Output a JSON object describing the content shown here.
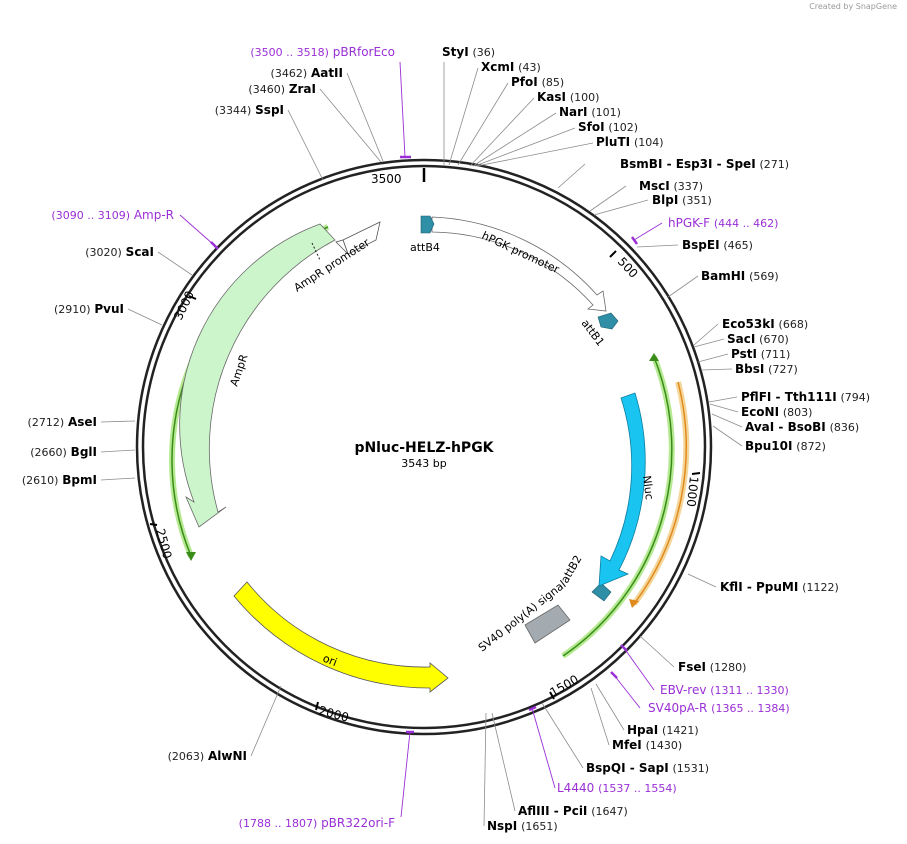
{
  "credit": "Created by SnapGene",
  "plasmid": {
    "name": "pNluc-HELZ-hPGK",
    "size_label": "3543 bp",
    "length": 3543
  },
  "ticks": [
    "500",
    "1000",
    "1500",
    "2000",
    "2500",
    "3000",
    "3500"
  ],
  "features": {
    "ampr": "AmpR",
    "ampr_promoter": "AmpR promoter",
    "ori": "ori",
    "hpgk_promoter": "hPGK promoter",
    "nluc": "Nluc",
    "sv40": "SV40 poly(A) signal",
    "attb4": "attB4",
    "attb1": "attB1",
    "attb2": "attB2"
  },
  "sites": [
    {
      "name": "StyI",
      "pos": "(36)"
    },
    {
      "name": "XcmI",
      "pos": "(43)"
    },
    {
      "name": "PfoI",
      "pos": "(85)"
    },
    {
      "name": "KasI",
      "pos": "(100)"
    },
    {
      "name": "NarI",
      "pos": "(101)"
    },
    {
      "name": "SfoI",
      "pos": "(102)"
    },
    {
      "name": "PluTI",
      "pos": "(104)"
    },
    {
      "name": "BsmBI  - Esp3I  - SpeI",
      "pos": "(271)"
    },
    {
      "name": "MscI",
      "pos": "(337)"
    },
    {
      "name": "BlpI",
      "pos": "(351)"
    },
    {
      "name": "BspEI",
      "pos": "(465)"
    },
    {
      "name": "BamHI",
      "pos": "(569)"
    },
    {
      "name": "Eco53kI",
      "pos": "(668)"
    },
    {
      "name": "SacI",
      "pos": "(670)"
    },
    {
      "name": "PstI",
      "pos": "(711)"
    },
    {
      "name": "BbsI",
      "pos": "(727)"
    },
    {
      "name": "PflFI  - Tth111I",
      "pos": "(794)"
    },
    {
      "name": "EcoNI",
      "pos": "(803)"
    },
    {
      "name": "AvaI  - BsoBI",
      "pos": "(836)"
    },
    {
      "name": "Bpu10I",
      "pos": "(872)"
    },
    {
      "name": "KflI  - PpuMI",
      "pos": "(1122)"
    },
    {
      "name": "FseI",
      "pos": "(1280)"
    },
    {
      "name": "HpaI",
      "pos": "(1421)"
    },
    {
      "name": "MfeI",
      "pos": "(1430)"
    },
    {
      "name": "BspQI  - SapI",
      "pos": "(1531)"
    },
    {
      "name": "AflIII  - PciI",
      "pos": "(1647)"
    },
    {
      "name": "NspI",
      "pos": "(1651)"
    },
    {
      "name": "AlwNI",
      "pos": "(2063)"
    },
    {
      "name": "BpmI",
      "pos": "(2610)"
    },
    {
      "name": "BglI",
      "pos": "(2660)"
    },
    {
      "name": "AseI",
      "pos": "(2712)"
    },
    {
      "name": "PvuI",
      "pos": "(2910)"
    },
    {
      "name": "ScaI",
      "pos": "(3020)"
    },
    {
      "name": "SspI",
      "pos": "(3344)"
    },
    {
      "name": "ZraI",
      "pos": "(3460)"
    },
    {
      "name": "AatII",
      "pos": "(3462)"
    }
  ],
  "primers": [
    {
      "name": "pBRforEco",
      "range": "(3500 .. 3518)"
    },
    {
      "name": "Amp-R",
      "range": "(3090 .. 3109)"
    },
    {
      "name": "hPGK-F",
      "range": "(444 .. 462)"
    },
    {
      "name": "EBV-rev",
      "range": "(1311 .. 1330)"
    },
    {
      "name": "SV40pA-R",
      "range": "(1365 .. 1384)"
    },
    {
      "name": "L4440",
      "range": "(1537 .. 1554)"
    },
    {
      "name": "pBR322ori-F",
      "range": "(1788 .. 1807)"
    }
  ],
  "colors": {
    "backbone": "#222222",
    "ampr_fill": "#ccf5cc",
    "ori_fill": "#ffff00",
    "nluc_fill": "#19c4f0",
    "sv40_fill": "#a4abb0",
    "att_fill": "#2e8fa6",
    "primer": "#9a2fd6",
    "orf_green": "#3a8c1a",
    "orf_orange": "#e08a1e"
  }
}
